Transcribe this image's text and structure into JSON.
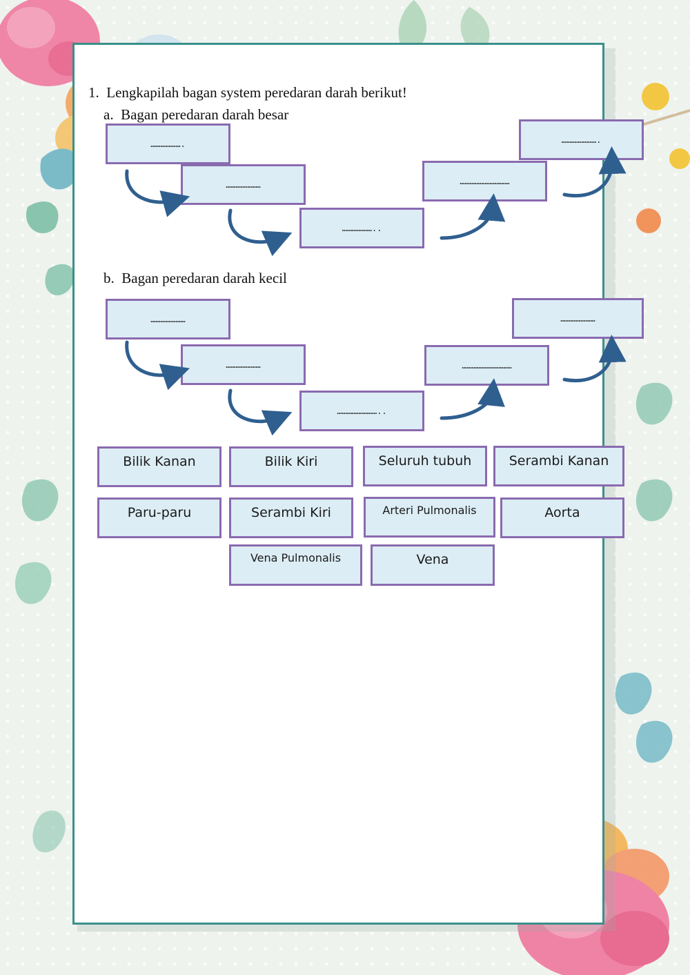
{
  "question": {
    "number": "1.",
    "text": "Lengkapilah bagan system peredaran darah berikut!"
  },
  "section_a": {
    "letter": "a.",
    "title": "Bagan peredaran darah besar",
    "blanks": [
      "……………….",
      "…………………",
      "………………..",
      "…………………………",
      "…………………."
    ]
  },
  "section_b": {
    "letter": "b.",
    "title": "Bagan peredaran darah kecil",
    "blanks": [
      "…………………",
      "…………………",
      "……………………..",
      "…………………………",
      "…………………"
    ]
  },
  "options": [
    "Bilik Kanan",
    "Bilik Kiri",
    "Seluruh tubuh",
    "Serambi Kanan",
    "Paru-paru",
    "Serambi Kiri",
    "Arteri Pulmonalis",
    "Aorta",
    "Vena Pulmonalis",
    "Vena"
  ],
  "colors": {
    "frame": "#3a8f8a",
    "box_fill": "#dcedf5",
    "box_border": "#8a6aaf",
    "arrow": "#2f5f8f"
  }
}
